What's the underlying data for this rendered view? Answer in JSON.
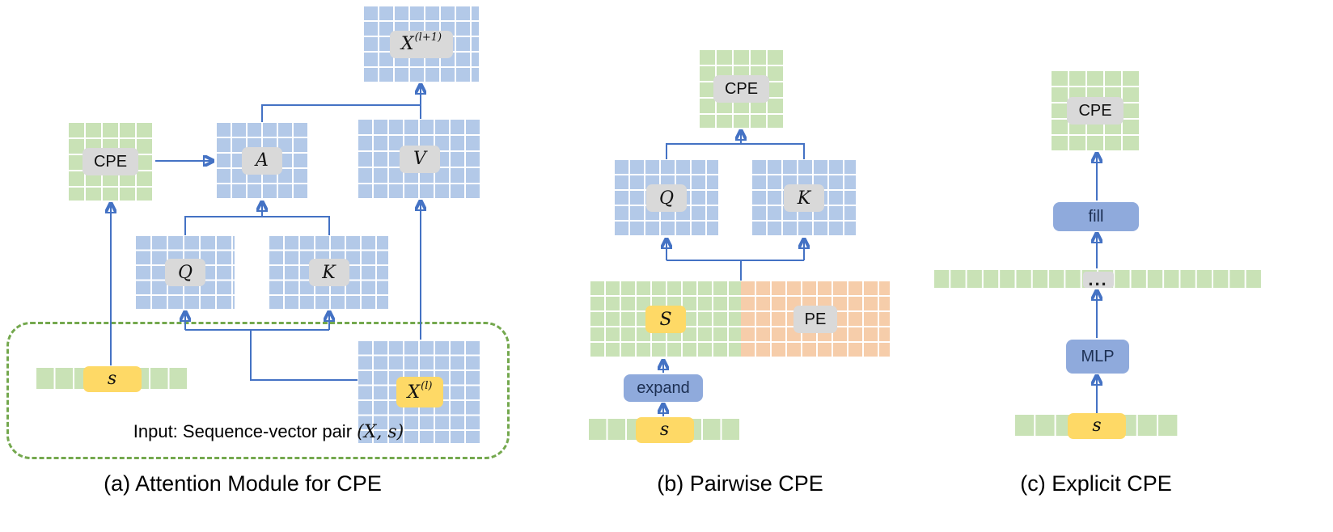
{
  "panel_a": {
    "caption": "(a) Attention Module for CPE",
    "x_out_base": "X",
    "x_out_sup": "(l+1)",
    "cpe_label": "CPE",
    "a_label": "A",
    "v_label": "V",
    "q_label": "Q",
    "k_label": "K",
    "s_label": "s",
    "x_in_base": "X",
    "x_in_sup": "(l)",
    "input_note_prefix": "Input: Sequence-vector pair ",
    "input_note_math": "(X, s)"
  },
  "panel_b": {
    "caption": "(b) Pairwise CPE",
    "cpe_label": "CPE",
    "q_label": "Q",
    "k_label": "K",
    "s_big_label": "S",
    "pe_label": "PE",
    "expand_label": "expand",
    "s_label": "s"
  },
  "panel_c": {
    "caption": "(c) Explicit CPE",
    "cpe_label": "CPE",
    "fill_label": "fill",
    "ellipsis": "...",
    "mlp_label": "MLP",
    "s_label": "s"
  },
  "colors": {
    "blue_block": "#b3c9e8",
    "green_block": "#c9e2b6",
    "orange_block": "#f6cdaa",
    "yellow_chip": "#fed966",
    "gray_chip": "#d9d9d9",
    "pill_blue": "#8faadc",
    "arrow_blue": "#4472c4",
    "dashed_green": "#74a84e"
  }
}
